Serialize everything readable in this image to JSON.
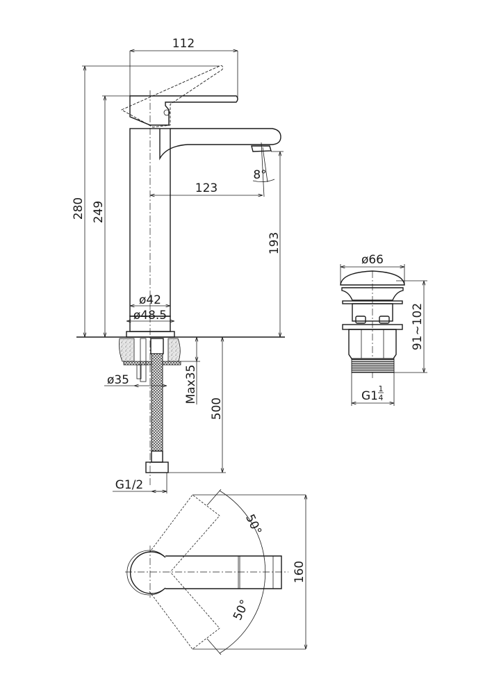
{
  "drawing": {
    "title": "Basin mixer technical drawing",
    "ink_color": "#1a1a1a",
    "background": "#ffffff"
  },
  "side_view": {
    "width_112": "112",
    "height_280": "280",
    "height_249": "249",
    "spout_reach_123": "123",
    "angle_8": "8°",
    "spout_height_193": "193",
    "dia_42": "ø42",
    "dia_48_5": "ø48.5",
    "dia_35": "ø35",
    "max_35": "Max35",
    "hose_500": "500",
    "thread_g12": "G1/2"
  },
  "drain": {
    "dia_66": "ø66",
    "height_range": "91~102",
    "thread_prefix": "G1",
    "thread_num": "1",
    "thread_den": "4"
  },
  "top_view": {
    "angle_upper": "50°",
    "angle_lower": "50°",
    "depth_160": "160"
  }
}
